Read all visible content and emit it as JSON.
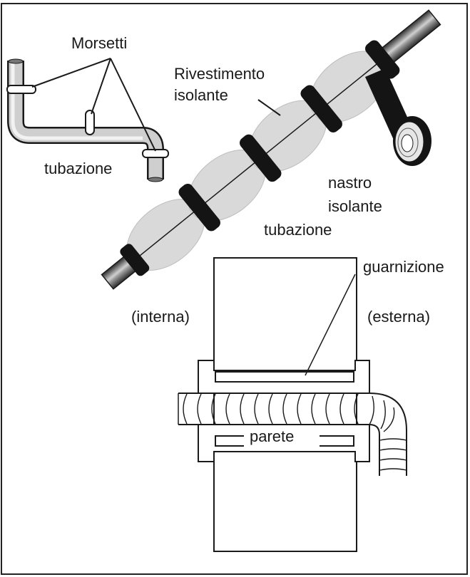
{
  "labels": {
    "morsetti": "Morsetti",
    "tubazione_top": "tubazione",
    "rivestimento_line1": "Rivestimento",
    "rivestimento_line2": "isolante",
    "nastro_line1": "nastro",
    "nastro_line2": "isolante",
    "tubazione_mid": "tubazione",
    "guarnizione": "guarnizione",
    "interna": "(interna)",
    "esterna": "(esterna)",
    "parete": "parete"
  },
  "colors": {
    "stroke": "#1a1a1a",
    "pipe_dark": "#3a3a3a",
    "pipe_light": "#bdbdbd",
    "insulation": "#d9d9d9",
    "tape": "#141414"
  }
}
